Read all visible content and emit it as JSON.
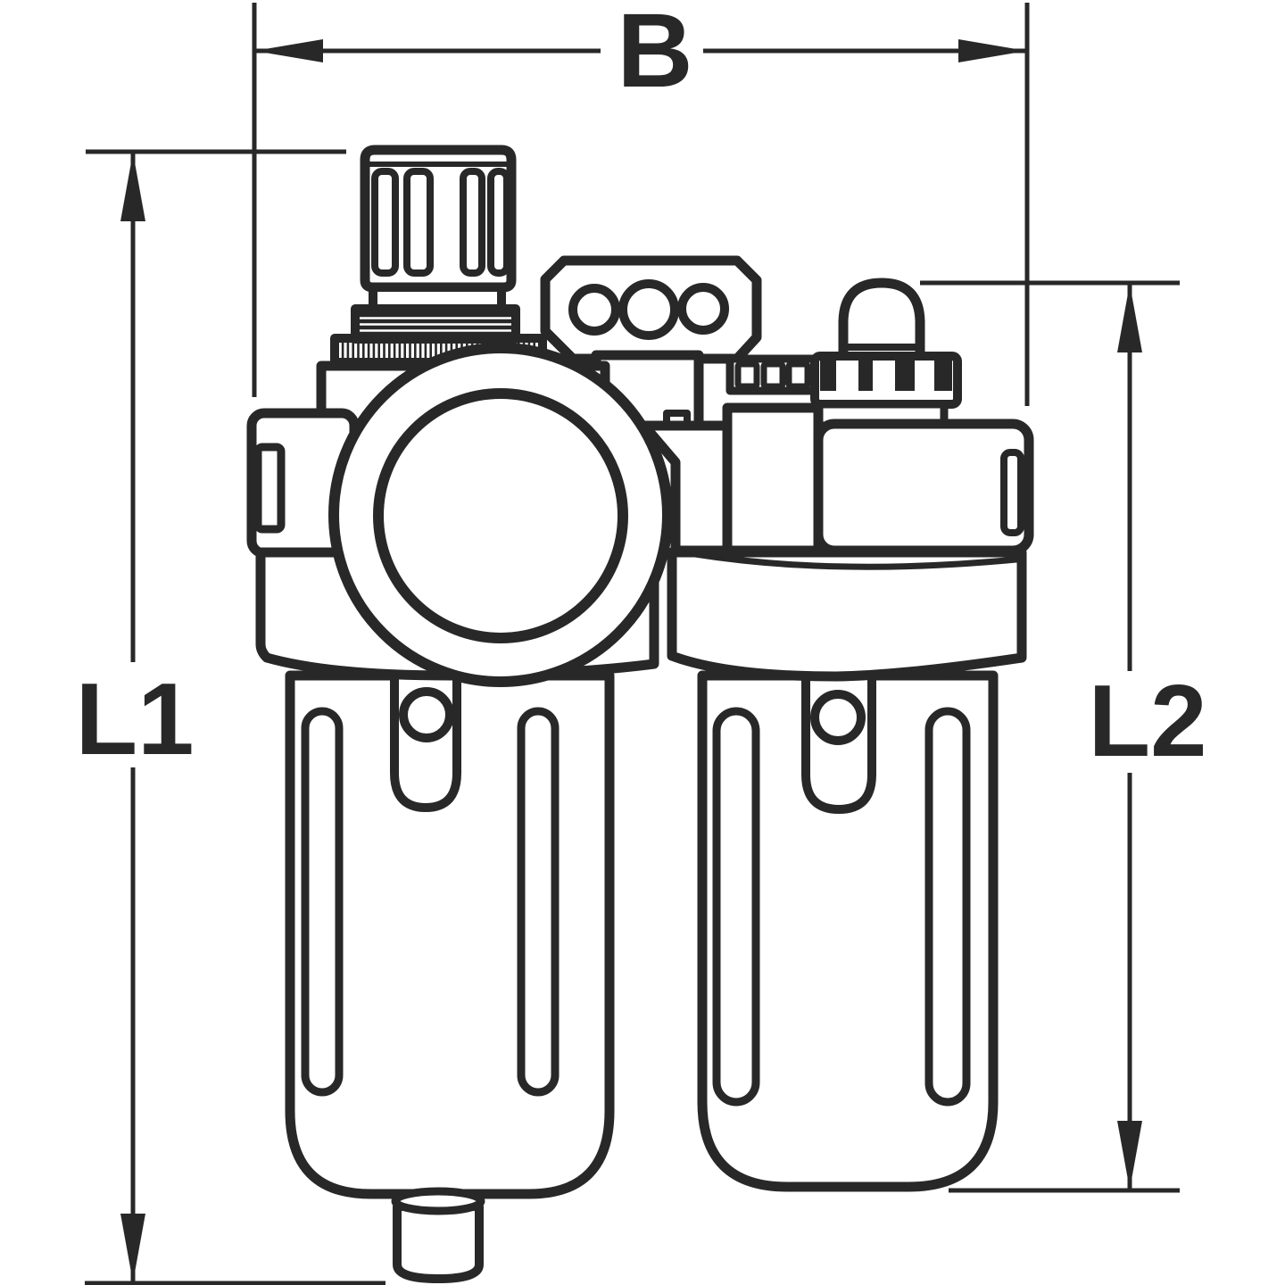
{
  "diagram": {
    "type": "technical dimension drawing",
    "subject": "compressed-air filter-regulator-lubricator (FRL) service unit, front view line drawing with overall dimensions",
    "dimension_labels": {
      "width": "B",
      "left_height": "L1",
      "right_height": "L2"
    },
    "colors": {
      "line": "#282828",
      "background": "#ffffff"
    },
    "parts": [
      "pressure-regulator-knob",
      "threaded-bonnet",
      "knurled-lock-ring",
      "regulator-body",
      "inlet-port-block",
      "pressure-gauge",
      "filter-collar",
      "filter-bowl",
      "bowl-sight-slot",
      "drain-valve",
      "mounting-manifold",
      "connector-block",
      "lubricator-dome",
      "lubricator-knurled-ring",
      "lubricator-head",
      "lubricator-collar",
      "lubricator-bowl"
    ]
  }
}
